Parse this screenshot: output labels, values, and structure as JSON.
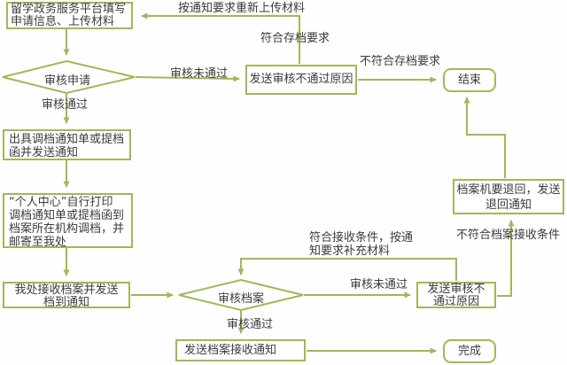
{
  "diagram": {
    "type": "flowchart",
    "language": "zh-CN",
    "colors": {
      "line": "#9cba57",
      "border": "#9cba57",
      "text": "#3b3b3b",
      "background": "#ffffff"
    },
    "nodes": {
      "platform_fill": {
        "shape": "process",
        "label": "留学政务服务平台填写\n申请信息、上传材料"
      },
      "review_application": {
        "shape": "decision",
        "label": "审核申请"
      },
      "send_review_fail_top": {
        "shape": "process",
        "label": "发送审核不通过原因"
      },
      "end": {
        "shape": "terminator",
        "label": "结束"
      },
      "issue_notice": {
        "shape": "process",
        "label": "出具调档通知单或提档\n函并发送通知"
      },
      "personal_center_print": {
        "shape": "process",
        "label": "“个人中心”自行打印\n调档通知单或提档函到\n档案所在机构调档，并\n邮寄至我处"
      },
      "receive_archive": {
        "shape": "process",
        "label": "我处接收档案并发送\n档到通知"
      },
      "review_archive": {
        "shape": "decision",
        "label": "审核档案"
      },
      "send_review_fail_bottom": {
        "shape": "process",
        "label": "发送审核不\n通过原因"
      },
      "return_archive": {
        "shape": "process",
        "label": "档案机要退回，发送\n退回通知"
      },
      "send_receive_notice": {
        "shape": "process",
        "label": "发送档案接收通知"
      },
      "done": {
        "shape": "terminator",
        "label": "完成"
      }
    },
    "edge_labels": {
      "reupload": "按通知要求重新上传材料",
      "meet_archive_req": "符合存档要求",
      "review_fail_top": "审核未通过",
      "not_meet_archive_req": "不符合存档要求",
      "review_pass_top": "审核通过",
      "meet_receive_cond": "符合接收条件，按通\n知要求补充材料",
      "not_meet_receive_cond": "不符合档案接收条件",
      "review_fail_bottom": "审核未通过",
      "review_pass_bottom": "审核通过"
    }
  }
}
